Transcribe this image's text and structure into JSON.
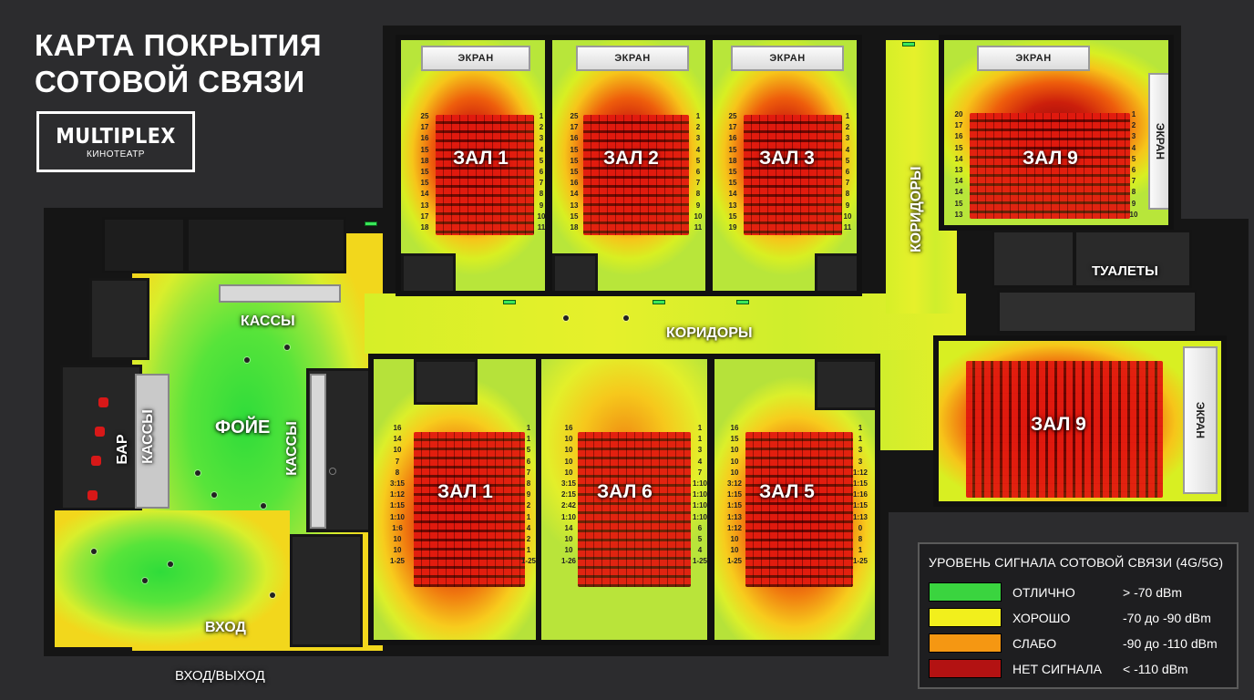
{
  "title_line1": "КАРТА ПОКРЫТИЯ",
  "title_line2": "СОТОВОЙ СВЯЗИ",
  "logo": {
    "name": "MULTIPLEX",
    "subtitle": "КИНОТЕАТР"
  },
  "screen_label": "ЭКРАН",
  "halls_top": [
    {
      "label": "ЗАЛ 1",
      "rows_left": [
        "25",
        "17",
        "16",
        "15",
        "18",
        "15",
        "15",
        "14",
        "13",
        "17",
        "18"
      ],
      "rows_right": [
        "1",
        "2",
        "3",
        "4",
        "5",
        "6",
        "7",
        "8",
        "9",
        "10",
        "11"
      ]
    },
    {
      "label": "ЗАЛ 2",
      "rows_left": [
        "25",
        "17",
        "16",
        "15",
        "15",
        "15",
        "16",
        "14",
        "13",
        "15",
        "18"
      ],
      "rows_right": [
        "1",
        "2",
        "3",
        "4",
        "5",
        "6",
        "7",
        "8",
        "9",
        "10",
        "11"
      ]
    },
    {
      "label": "ЗАЛ 3",
      "rows_left": [
        "25",
        "17",
        "16",
        "15",
        "18",
        "15",
        "15",
        "14",
        "13",
        "15",
        "19"
      ],
      "rows_right": [
        "1",
        "2",
        "3",
        "4",
        "5",
        "6",
        "7",
        "8",
        "9",
        "10",
        "11"
      ]
    },
    {
      "label": "ЗАЛ 9",
      "rows_left": [
        "20",
        "17",
        "16",
        "15",
        "14",
        "13",
        "14",
        "14",
        "15",
        "13"
      ],
      "rows_right": [
        "1",
        "2",
        "3",
        "4",
        "5",
        "6",
        "7",
        "8",
        "9",
        "10"
      ]
    }
  ],
  "halls_bottom": [
    {
      "label": "ЗАЛ 1",
      "rows_left": [
        "16",
        "14",
        "10",
        "7",
        "8",
        "3:15",
        "1:12",
        "1:15",
        "1:10",
        "1:6",
        "10",
        "10",
        "1-25"
      ],
      "rows_right": [
        "1",
        "1",
        "5",
        "6",
        "7",
        "8",
        "9",
        "2",
        "1",
        "4",
        "2",
        "1",
        "1-25"
      ]
    },
    {
      "label": "ЗАЛ 6",
      "rows_left": [
        "16",
        "10",
        "10",
        "10",
        "10",
        "3:15",
        "2:15",
        "2:42",
        "1:10",
        "14",
        "10",
        "10",
        "1-26"
      ],
      "rows_right": [
        "1",
        "1",
        "3",
        "4",
        "7",
        "1:10",
        "1:10",
        "1:10",
        "1:10",
        "6",
        "5",
        "4",
        "1-25"
      ]
    },
    {
      "label": "ЗАЛ 5",
      "rows_left": [
        "16",
        "15",
        "10",
        "10",
        "10",
        "3:12",
        "1:15",
        "1:15",
        "1:13",
        "1:12",
        "10",
        "10",
        "1-25"
      ],
      "rows_right": [
        "1",
        "1",
        "3",
        "3",
        "1:12",
        "1:15",
        "1:16",
        "1:15",
        "1:13",
        "0",
        "8",
        "1",
        "1-25"
      ]
    }
  ],
  "hall_big": {
    "label": "ЗАЛ 9"
  },
  "zones": {
    "corridor_h": "КОРИДОРЫ",
    "corridor_v": "КОРИДОРЫ",
    "toilets": "ТУАЛЕТЫ",
    "cash_top": "КАССЫ",
    "cash_left": "КАССЫ",
    "cash_mid": "КАССЫ",
    "bar": "БАР",
    "foyer": "ФОЙЕ",
    "entrance": "ВХОД",
    "entrance_exit": "ВХОД/ВЫХОД"
  },
  "legend": {
    "title": "УРОВЕНЬ СИГНАЛА СОТОВОЙ СВЯЗИ (4G/5G)",
    "items": [
      {
        "label": "ОТЛИЧНО",
        "range": "> -70 dBm",
        "color": "#3ad43f"
      },
      {
        "label": "ХОРОШО",
        "range": "-70 до -90 dBm",
        "color": "#f2ef1c"
      },
      {
        "label": "СЛАБО",
        "range": "-90 до -110 dBm",
        "color": "#f59712"
      },
      {
        "label": "НЕТ СИГНАЛА",
        "range": "< -110 dBm",
        "color": "#b31212"
      }
    ]
  }
}
